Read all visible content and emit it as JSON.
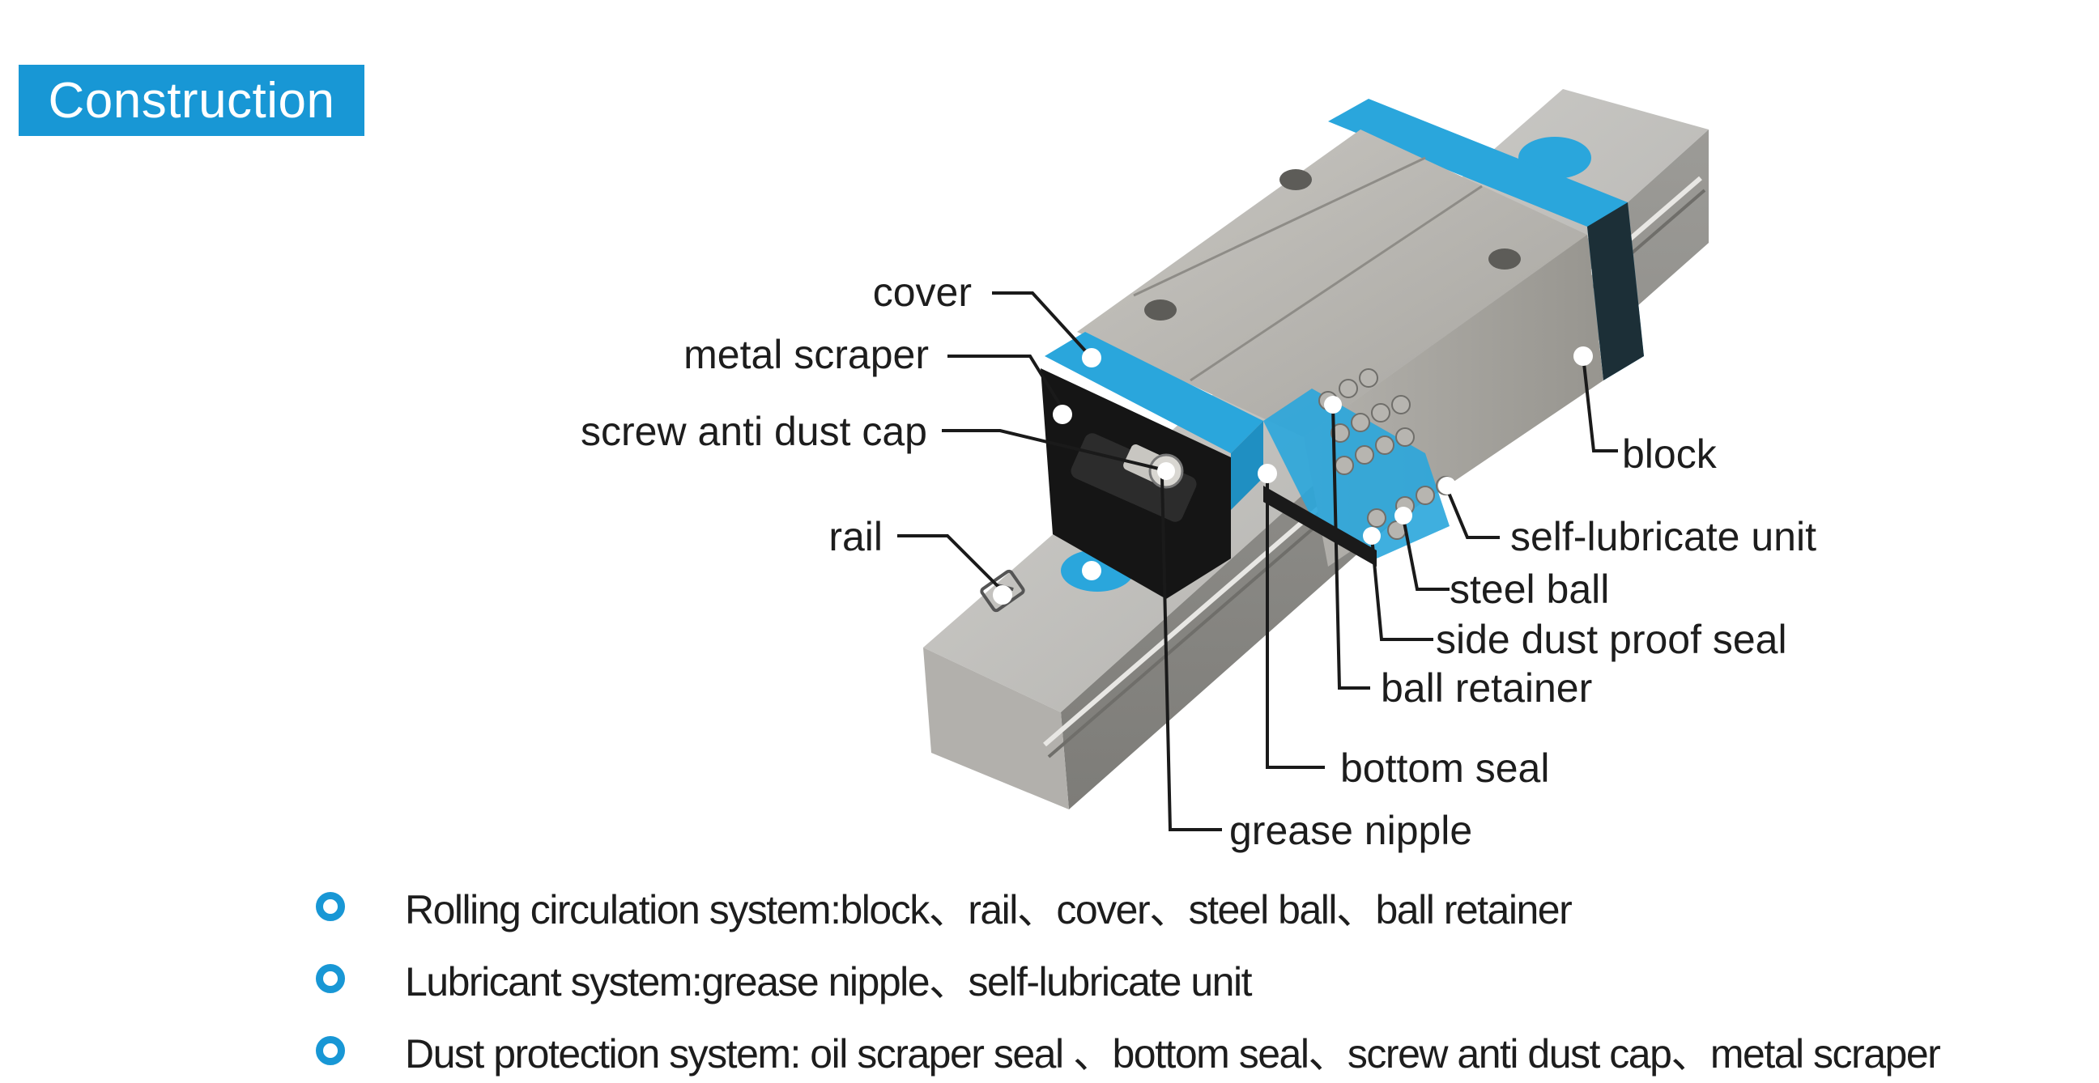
{
  "header": {
    "title": "Construction"
  },
  "callouts": {
    "cover": "cover",
    "metal_scraper": "metal scraper",
    "screw_anti_dust_cap": "screw anti dust cap",
    "rail": "rail",
    "block": "block",
    "self_lubricate_unit": "self-lubricate unit",
    "steel_ball": "steel ball",
    "side_dust_proof_seal": "side dust proof seal",
    "ball_retainer": "ball retainer",
    "bottom_seal": "bottom seal",
    "grease_nipple": "grease nipple"
  },
  "systems": [
    {
      "text": "Rolling circulation system:block、rail、cover、steel ball、ball retainer"
    },
    {
      "text": "Lubricant system:grease nipple、self-lubricate unit"
    },
    {
      "text": "Dust protection system: oil scraper seal 、bottom seal、screw anti dust cap、metal scraper"
    }
  ],
  "colors": {
    "accent": "#1897d5",
    "part_blue": "#2aa6dc",
    "steel": "#b7b5b0",
    "end_cap": "#151515"
  }
}
